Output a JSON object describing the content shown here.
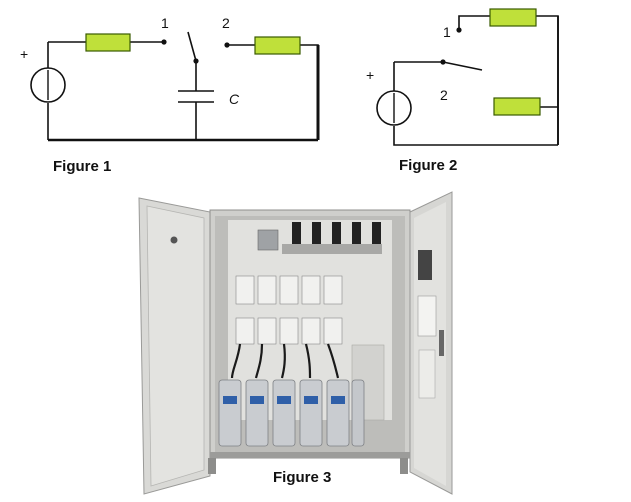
{
  "figure1": {
    "caption": "Figure 1",
    "source_plus": "+",
    "switch_pos1": "1",
    "switch_pos2": "2",
    "capacitor_label": "C"
  },
  "figure2": {
    "caption": "Figure 2",
    "source_plus": "+",
    "switch_pos1": "1",
    "switch_pos2": "2"
  },
  "figure3": {
    "caption": "Figure 3"
  },
  "colors": {
    "resistor_fill": "#bfe03a",
    "resistor_stroke": "#3a5a00",
    "wire": "#111111",
    "cabinet": "#d8d8d4",
    "capacitor_can": "#c9ccd0"
  }
}
